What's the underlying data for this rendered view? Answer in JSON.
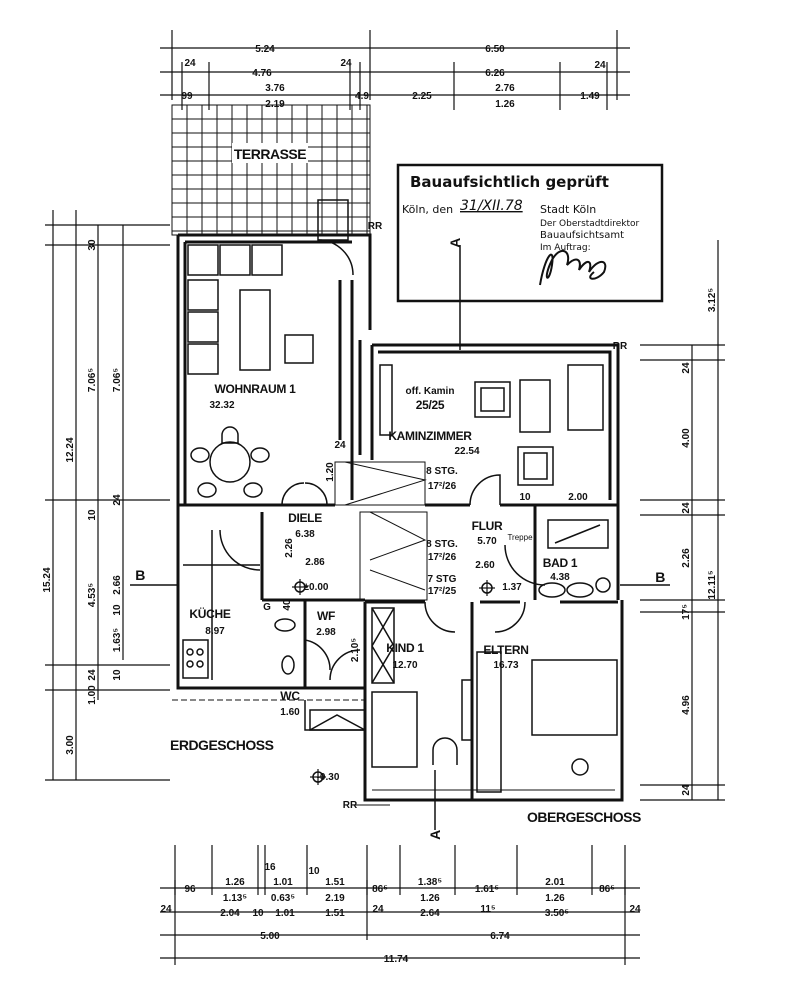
{
  "dimensions": {
    "top": {
      "total_left": "5.24",
      "total_right": "6.50",
      "row2": [
        "24",
        "4.76",
        "24",
        "6.26",
        "24"
      ],
      "row3": [
        "99",
        "3.76",
        "2.19",
        "4.9",
        "2.25",
        "2.76",
        "1.26",
        "1.49"
      ]
    },
    "bottom": {
      "row1": [
        "96",
        "1.26",
        "16",
        "1.01",
        "10",
        "1.51",
        "86⁵",
        "1.38⁵",
        "1.61⁵",
        "2.01",
        "86⁵"
      ],
      "row2": [
        "1.13⁵",
        "0.63⁵",
        "2.19",
        "1.26",
        "1.26"
      ],
      "row3": [
        "24",
        "2.04",
        "10",
        "1.01",
        "1.51",
        "24",
        "2.64",
        "11⁵",
        "3.50⁵",
        "24"
      ],
      "row4": [
        "5.00",
        "6.74"
      ],
      "total": "11.74"
    },
    "left": [
      "30",
      "7.06⁵",
      "7.06⁵",
      "12.24",
      "15.24",
      "10",
      "24",
      "2.66",
      "4.53⁵",
      "10",
      "1.63⁵",
      "24",
      "10",
      "1.00",
      "3.00"
    ],
    "right": [
      "3.12⁵",
      "24",
      "4.00",
      "24",
      "2.26",
      "12.11⁵",
      "17⁵",
      "4.96",
      "24"
    ],
    "interior": [
      "24",
      "1.20",
      "2.26",
      "2.86",
      "2.60",
      "1.37",
      "10",
      "2.00",
      "2.10⁵",
      "40",
      "G"
    ]
  },
  "rooms": {
    "terrasse": "TERRASSE",
    "wohnraum": {
      "name": "WOHNRAUM 1",
      "area": "32.32"
    },
    "kamin": {
      "name": "off. Kamin",
      "size": "25/25"
    },
    "kaminzimmer": {
      "name": "KAMINZIMMER",
      "area": "22.54"
    },
    "stairs_upper": {
      "steps": "8 STG.",
      "ratio": "17²/26"
    },
    "diele": {
      "name": "DIELE",
      "area": "6.38"
    },
    "flur": {
      "name": "FLUR",
      "area": "5.70"
    },
    "treppe": "Treppe",
    "stairs_mid": {
      "steps": "8 STG.",
      "ratio": "17²/26"
    },
    "stairs_lower": {
      "steps": "7 STG",
      "ratio": "17²/25"
    },
    "bad": {
      "name": "BAD 1",
      "area": "4.38"
    },
    "kueche": {
      "name": "KÜCHE",
      "area": "8.97"
    },
    "wf": {
      "name": "WF",
      "area": "2.98"
    },
    "wc": {
      "name": "WC",
      "area": "1.60"
    },
    "kind": {
      "name": "KIND 1",
      "area": "12.70"
    },
    "eltern": {
      "name": "ELTERN",
      "area": "16.73"
    }
  },
  "levels": {
    "zero": "±0.00",
    "minus": "-0.30"
  },
  "floors": {
    "ground": "ERDGESCHOSS",
    "upper": "OBERGESCHOSS"
  },
  "markers": {
    "rr": "RR",
    "section_a": "A",
    "section_b": "B"
  },
  "stamp": {
    "title": "Bauaufsichtlich geprüft",
    "place": "Köln, den",
    "date": "31/XII.78",
    "city": "Stadt Köln",
    "office1": "Der Oberstadtdirektor",
    "office2": "Bauaufsichtsamt",
    "order": "Im Auftrag:",
    "signature": "Baumb"
  }
}
